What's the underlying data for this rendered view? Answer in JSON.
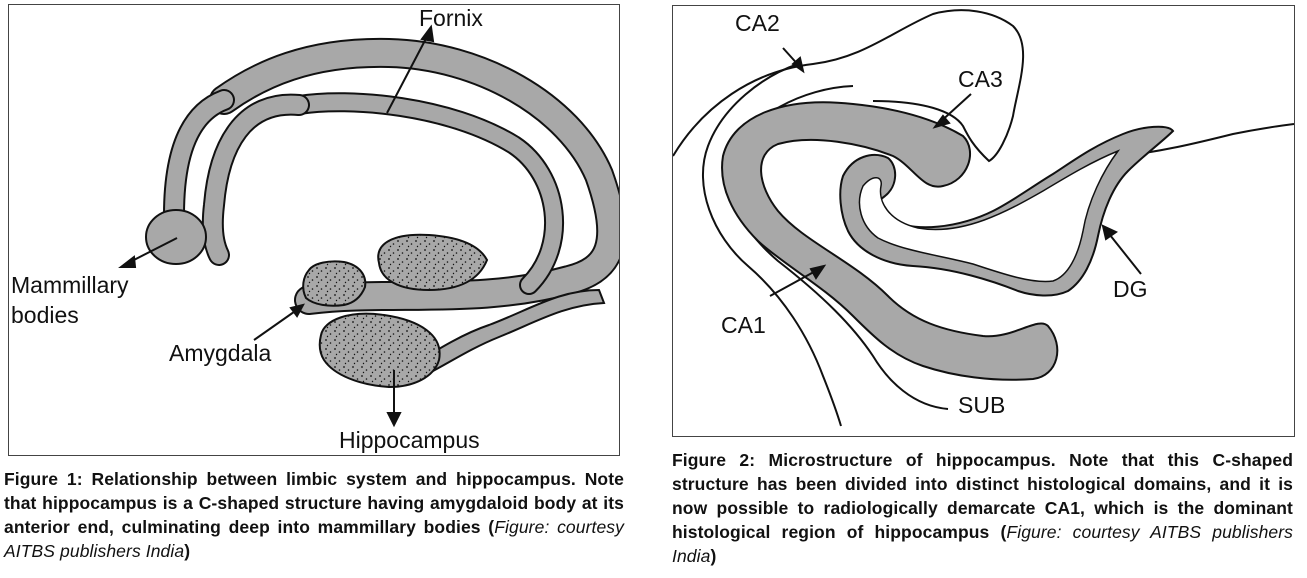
{
  "figure1": {
    "labels": {
      "fornix": "Fornix",
      "mammillary": "Mammillary bodies",
      "amygdala": "Amygdala",
      "hippocampus": "Hippocampus"
    },
    "caption": {
      "main": "Figure 1: Relationship between limbic system and hippocampus. Note that hippocampus is a C-shaped structure having amygdaloid body at its anterior end, culminating deep into mammillary bodies",
      "credit_open": " (",
      "credit": "Figure: courtesy AITBS publishers India",
      "credit_close": ")"
    }
  },
  "figure2": {
    "labels": {
      "ca2": "CA2",
      "ca3": "CA3",
      "ca1": "CA1",
      "dg": "DG",
      "sub": "SUB"
    },
    "caption": {
      "main": "Figure 2: Microstructure of hippocampus. Note that this C-shaped structure has been divided into distinct histological domains, and it is now possible to radiologically demarcate CA1, which is the dominant histological region of hippocampus",
      "credit_open": " (",
      "credit": "Figure: courtesy AITBS publishers India",
      "credit_close": ")"
    }
  },
  "colors": {
    "structure_fill": "#a8a8a8",
    "outline": "#111111",
    "border": "#444444"
  }
}
